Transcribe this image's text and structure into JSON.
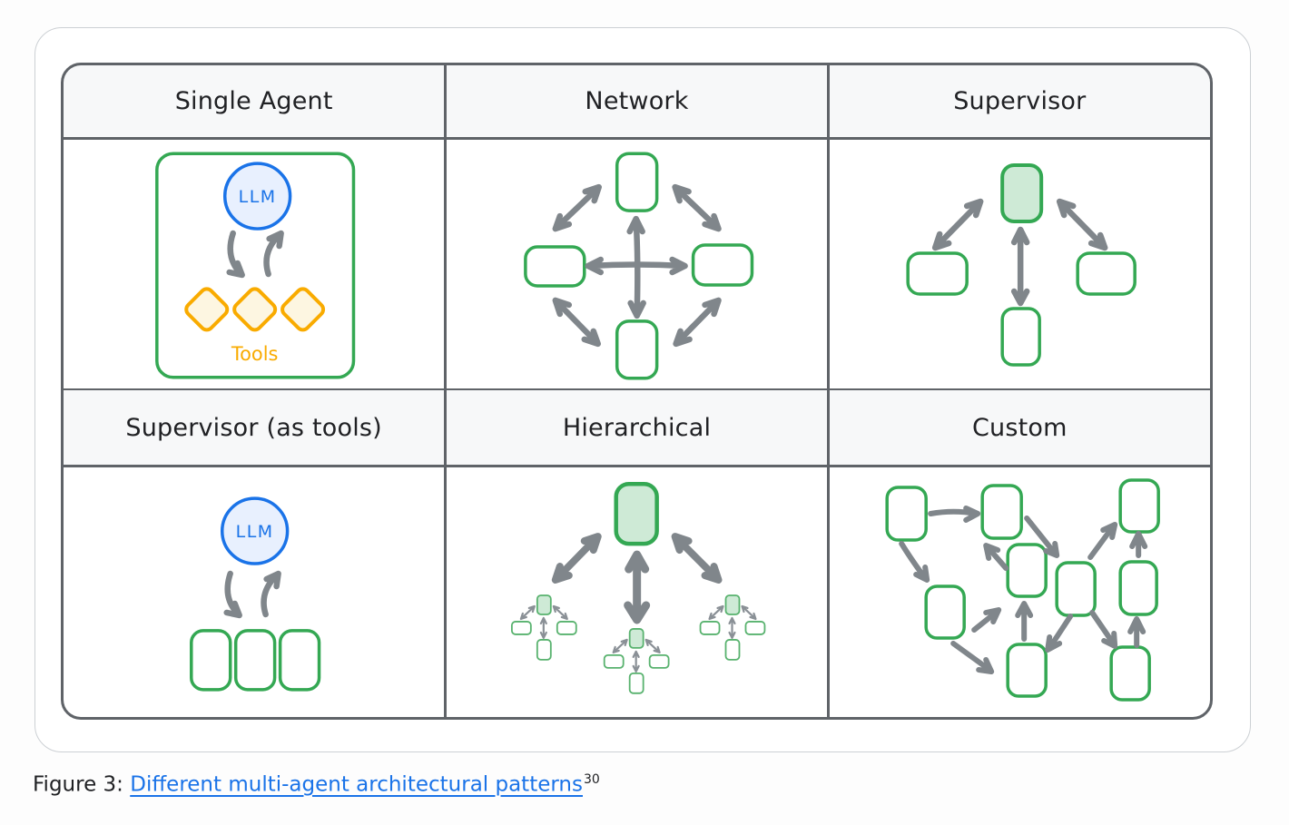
{
  "table": {
    "headers": [
      "Single Agent",
      "Network",
      "Supervisor",
      "Supervisor (as tools)",
      "Hierarchical",
      "Custom"
    ]
  },
  "labels": {
    "llm": "LLM",
    "tools": "Tools"
  },
  "caption": {
    "prefix": "Figure 3:",
    "link_text": "Different multi-agent architectural patterns",
    "footnote_marker": "30"
  },
  "colors": {
    "green": "#34a853",
    "green_fill": "#ceead6",
    "blue": "#1a73e8",
    "blue_fill": "#e8f0fe",
    "orange": "#f9ab00",
    "orange_fill": "#fdf6e1",
    "arrow_gray": "#80868b",
    "mini_green": "#58b26e",
    "mini_arrow": "#8a9096",
    "border_gray": "#5f6368",
    "header_bg": "#f7f8f9",
    "text_dark": "#202124",
    "link_blue": "#1a73e8"
  }
}
